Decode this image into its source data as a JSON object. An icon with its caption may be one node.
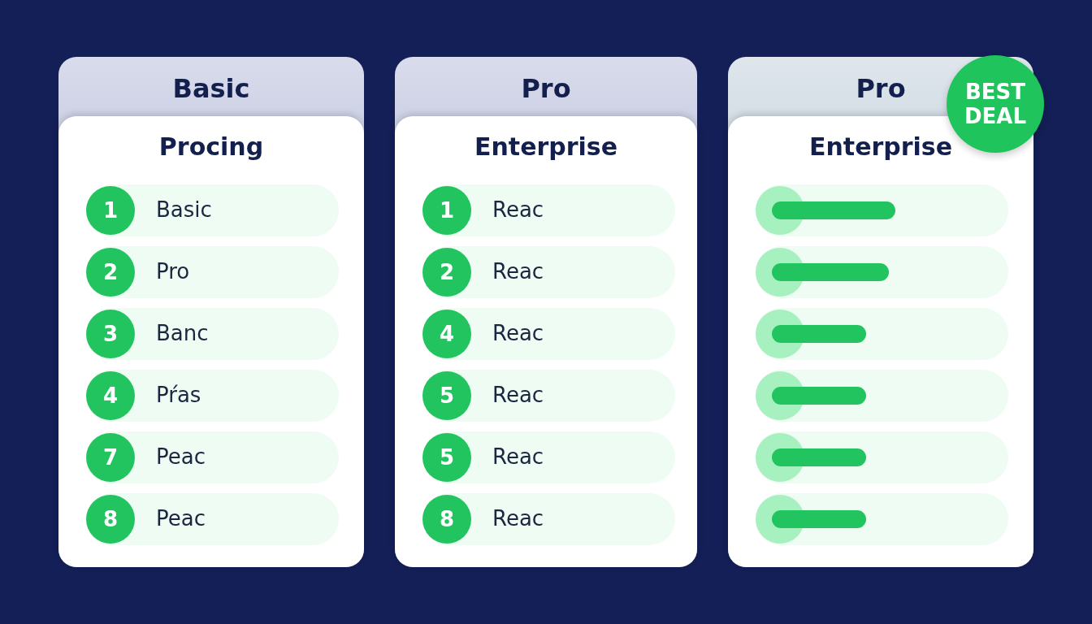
{
  "diagram": {
    "nodes": [
      {
        "text": [
          "Basic",
          "Procing"
        ]
      },
      {
        "text": [
          "1",
          "Basic"
        ],
        "in": 0
      },
      {
        "text": [
          "2",
          "Pro"
        ],
        "in": 0
      },
      {
        "text": [
          "3",
          "Banc"
        ],
        "in": 0
      },
      {
        "text": [
          "4",
          "Pŕas"
        ],
        "in": 0
      },
      {
        "text": [
          "7",
          "Peac"
        ],
        "in": 0
      },
      {
        "text": [
          "8",
          "Peac"
        ],
        "in": 0
      },
      {
        "text": [
          "Pro",
          "Enterprise"
        ]
      },
      {
        "text": [
          "1",
          "Reac"
        ],
        "in": 7
      },
      {
        "text": [
          "2",
          "Reac"
        ],
        "in": 7
      },
      {
        "text": [
          "4",
          "Reac"
        ],
        "in": 7
      },
      {
        "text": [
          "5",
          "Reac"
        ],
        "in": 7
      },
      {
        "text": [
          "5",
          "Reac"
        ],
        "in": 7
      },
      {
        "text": [
          "8",
          "Reac"
        ],
        "in": 7
      },
      {
        "text": [
          "Pro",
          "Enterprise"
        ]
      },
      {
        "text": [],
        "shape": "bar",
        "in": 14
      },
      {
        "text": [],
        "shape": "bar",
        "in": 14
      },
      {
        "text": [],
        "shape": "bar",
        "in": 14
      },
      {
        "text": [],
        "shape": "bar",
        "in": 14
      },
      {
        "text": [],
        "shape": "bar",
        "in": 14
      },
      {
        "text": [],
        "shape": "bar",
        "in": 14
      },
      {
        "text": [
          "BEST DEAL"
        ]
      }
    ]
  }
}
